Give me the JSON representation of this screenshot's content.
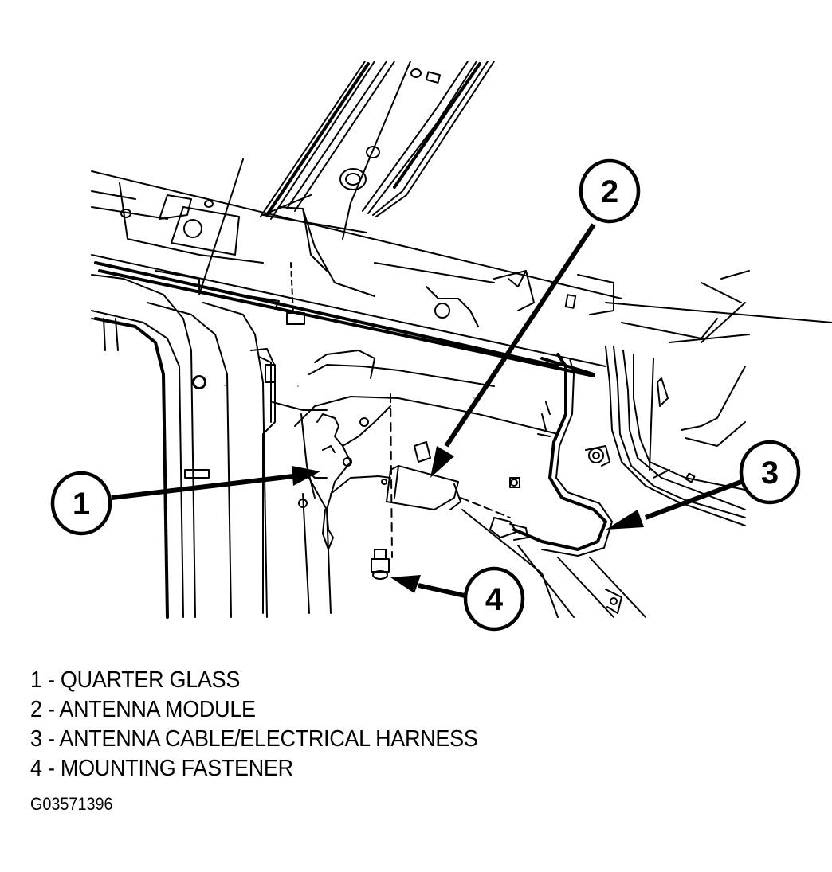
{
  "diagram": {
    "callouts": [
      {
        "number": "1",
        "label": "QUARTER GLASS"
      },
      {
        "number": "2",
        "label": "ANTENNA MODULE"
      },
      {
        "number": "3",
        "label": "ANTENNA CABLE/ELECTRICAL HARNESS"
      },
      {
        "number": "4",
        "label": "MOUNTING FASTENER"
      }
    ]
  },
  "legend": {
    "items": [
      {
        "number": "1",
        "separator": "-",
        "text": "QUARTER GLASS"
      },
      {
        "number": "2",
        "separator": "-",
        "text": "ANTENNA MODULE"
      },
      {
        "number": "3",
        "separator": "-",
        "text": "ANTENNA CABLE/ELECTRICAL HARNESS"
      },
      {
        "number": "4",
        "separator": "-",
        "text": "MOUNTING FASTENER"
      }
    ]
  },
  "figure_id": "G03571396",
  "colors": {
    "ink": "#000000",
    "paper": "#ffffff"
  }
}
